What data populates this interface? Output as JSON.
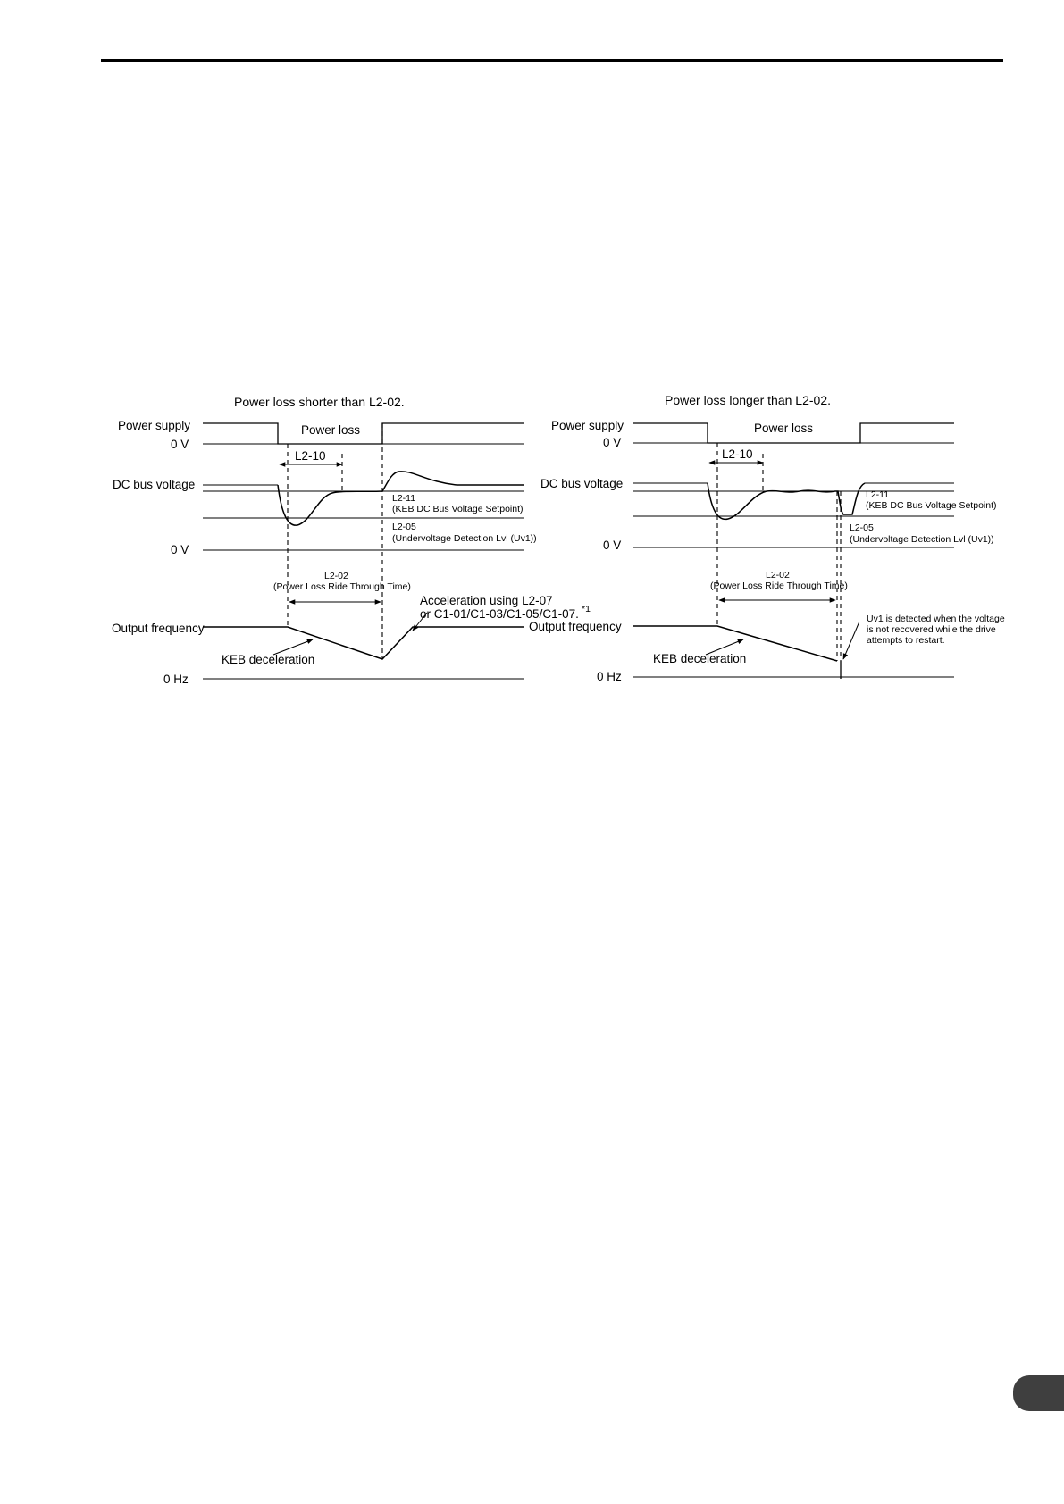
{
  "diagram": {
    "left": {
      "title": "Power loss shorter than L2-02.",
      "power_supply": "Power supply",
      "zero_v_top": "0 V",
      "power_loss": "Power loss",
      "l2_10": "L2-10",
      "dc_bus_voltage": "DC bus voltage",
      "l2_11_code": "L2-11",
      "l2_11_desc": "(KEB DC Bus Voltage Setpoint)",
      "l2_05_code": "L2-05",
      "l2_05_desc": "(Undervoltage Detection Lvl (Uv1))",
      "zero_v_bottom": "0 V",
      "l2_02_code": "L2-02",
      "l2_02_desc": "(Power Loss Ride Through Time)",
      "accel_line1": "Acceleration using L2-07",
      "accel_line2": "or C1-01/C1-03/C1-05/C1-07.",
      "accel_sup": "*1",
      "output_frequency": "Output frequency",
      "keb_deceleration": "KEB deceleration",
      "zero_hz": "0 Hz"
    },
    "right": {
      "title": "Power loss longer than L2-02.",
      "power_supply": "Power supply",
      "zero_v_top": "0 V",
      "power_loss": "Power loss",
      "l2_10": "L2-10",
      "dc_bus_voltage": "DC bus voltage",
      "l2_11_code": "L2-11",
      "l2_11_desc": "(KEB DC Bus Voltage Setpoint)",
      "l2_05_code": "L2-05",
      "l2_05_desc": "(Undervoltage Detection Lvl (Uv1))",
      "zero_v_bottom": "0 V",
      "l2_02_code": "L2-02",
      "l2_02_desc": "(Power Loss Ride Through Time)",
      "uv1_line1": "Uv1 is detected when the voltage",
      "uv1_line2": "is not recovered while the drive",
      "uv1_line3": "attempts to restart.",
      "output_frequency": "Output frequency",
      "keb_deceleration": "KEB deceleration",
      "zero_hz": "0 Hz"
    }
  }
}
